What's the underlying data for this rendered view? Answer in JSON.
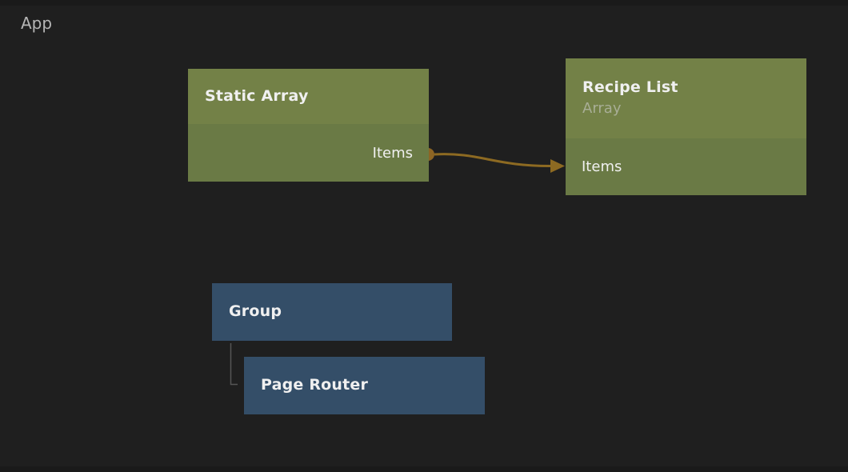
{
  "canvas": {
    "label": "App"
  },
  "nodes": [
    {
      "title": "Static Array",
      "type": "green",
      "outputs": [
        "Items"
      ]
    },
    {
      "title": "Recipe List",
      "subtitle": "Array",
      "type": "green",
      "inputs": [
        "Items"
      ]
    },
    {
      "title": "Group",
      "type": "blue"
    },
    {
      "title": "Page Router",
      "type": "blue"
    }
  ],
  "connections": [
    {
      "from_node": "Static Array",
      "from_port": "Items",
      "to_node": "Recipe List",
      "to_port": "Items",
      "kind": "data"
    },
    {
      "from_node": "Group",
      "to_node": "Page Router",
      "kind": "child"
    }
  ],
  "colors": {
    "canvas_bg": "#1f1f1f",
    "canvas_edge": "#1a1a1a",
    "node_green_header": "#738147",
    "node_green_body": "#6a7a45",
    "node_blue": "#344e68",
    "link_data": "#8d6a22",
    "port": "#8d6524",
    "hierarchy_line": "#565656",
    "title_text": "#f0f0f0",
    "subtitle_text": "#a8ae96",
    "app_label": "#b5b5b5"
  }
}
